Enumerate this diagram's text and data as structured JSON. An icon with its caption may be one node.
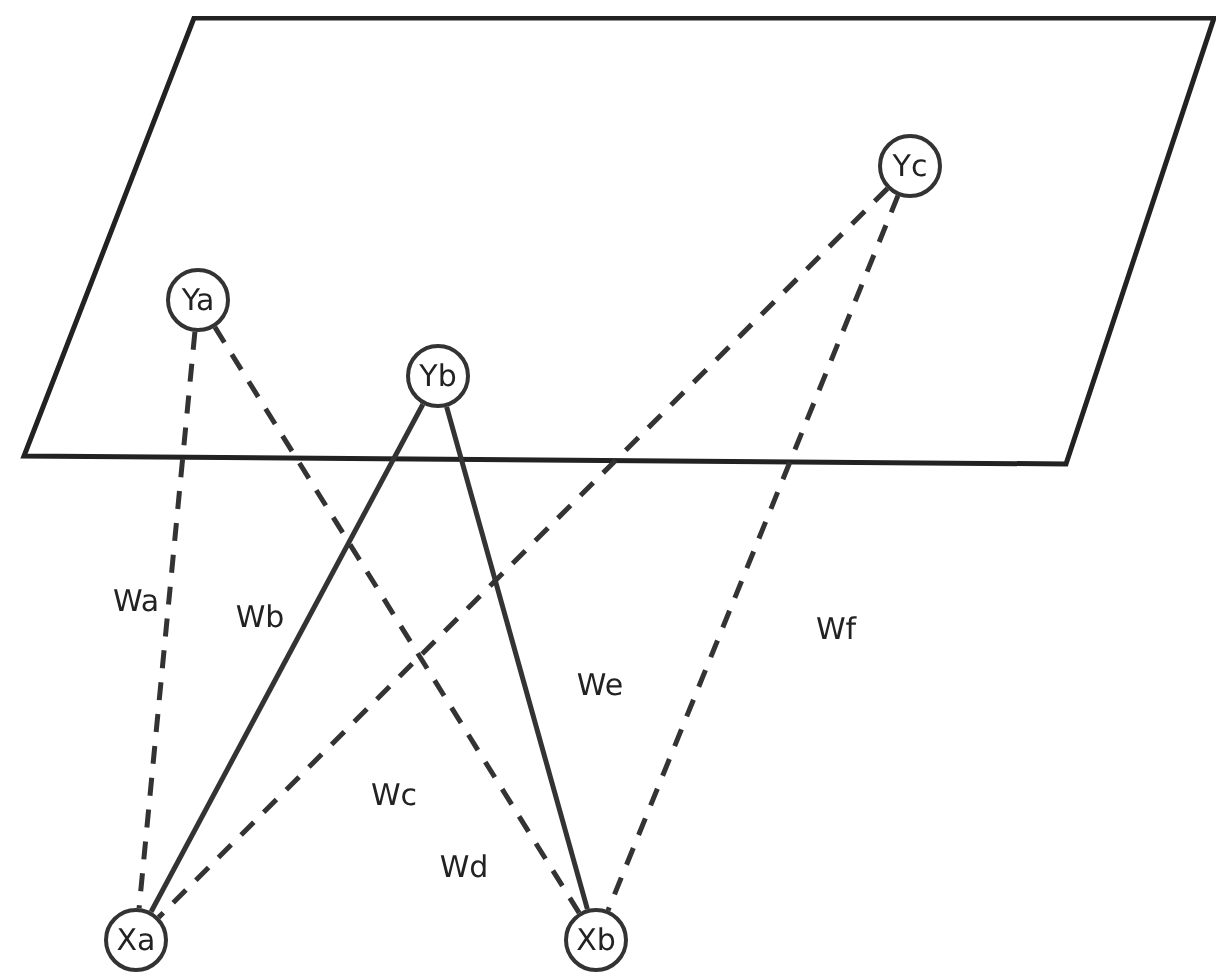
{
  "diagram": {
    "nodes": [
      {
        "text": [],
        "shape": "parallelogram"
      },
      {
        "text": [
          "Ya"
        ],
        "in": 0
      },
      {
        "text": [
          "Yb"
        ],
        "in": 0
      },
      {
        "text": [
          "Yc"
        ],
        "in": 0
      },
      {
        "text": [
          "Xa"
        ]
      },
      {
        "text": [
          "Xb"
        ]
      }
    ],
    "edges": [
      {
        "from": 1,
        "to": 4,
        "arrow": "none",
        "label": "Wa",
        "style": "dashed"
      },
      {
        "from": 2,
        "to": 4,
        "arrow": "none",
        "label": "Wb"
      },
      {
        "from": 3,
        "to": 4,
        "arrow": "none",
        "label": "Wc",
        "style": "dashed"
      },
      {
        "from": 1,
        "to": 5,
        "arrow": "none",
        "label": "Wd",
        "style": "dashed"
      },
      {
        "from": 2,
        "to": 5,
        "arrow": "none",
        "label": "We"
      },
      {
        "from": 3,
        "to": 5,
        "arrow": "none",
        "label": "Wf",
        "style": "dashed"
      }
    ]
  }
}
